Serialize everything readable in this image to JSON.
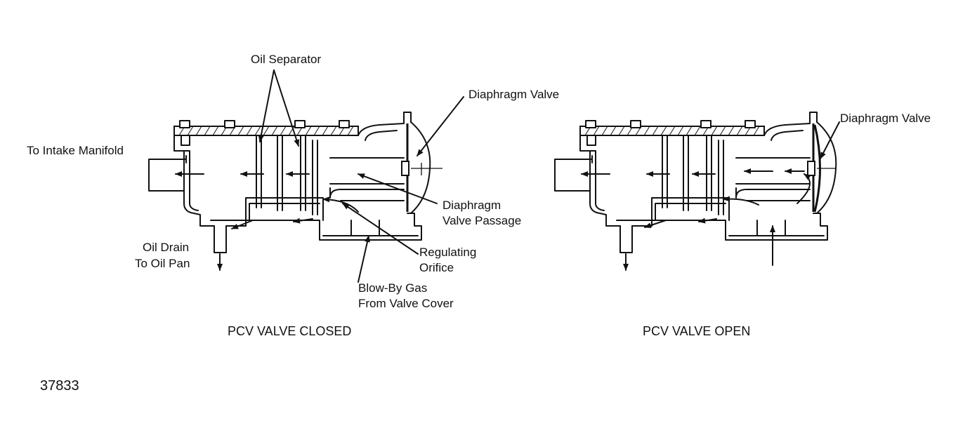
{
  "closed_view": {
    "caption": "PCV VALVE CLOSED",
    "labels": {
      "oil_separator": "Oil Separator",
      "diaphragm_valve": "Diaphragm Valve",
      "to_intake_manifold": "To Intake Manifold",
      "diaphragm_valve_passage_1": "Diaphragm",
      "diaphragm_valve_passage_2": "Valve Passage",
      "oil_drain_1": "Oil Drain",
      "oil_drain_2": "To Oil Pan",
      "regulating_orifice_1": "Regulating",
      "regulating_orifice_2": "Orifice",
      "blow_by_gas_1": "Blow-By Gas",
      "blow_by_gas_2": "From Valve Cover"
    }
  },
  "open_view": {
    "caption": "PCV VALVE OPEN",
    "labels": {
      "diaphragm_valve": "Diaphragm Valve"
    }
  },
  "figure_number": "37833",
  "colors": {
    "ink": "#111111",
    "background": "#ffffff"
  }
}
